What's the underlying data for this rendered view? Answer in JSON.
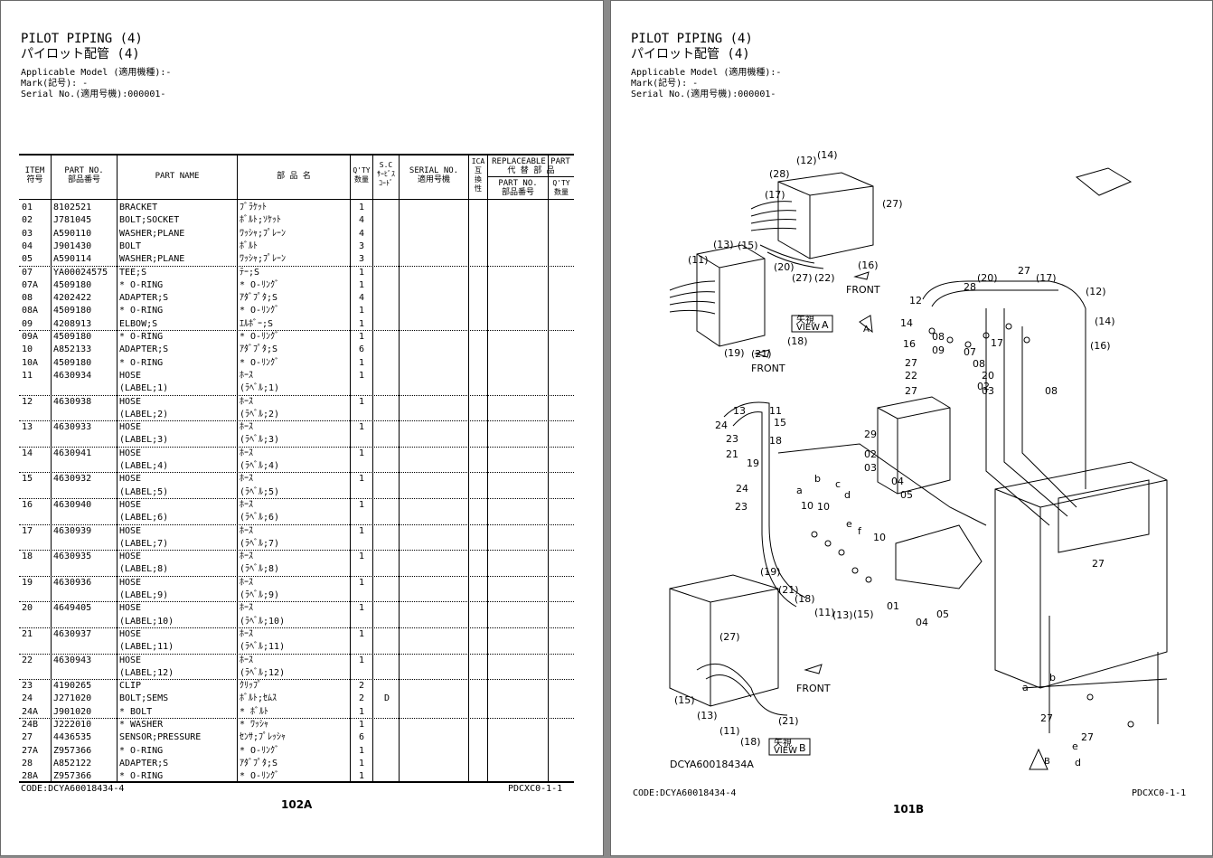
{
  "header": {
    "title_en": "PILOT PIPING (4)",
    "title_jp": "パイロット配管 (4)",
    "applicable_model": "Applicable Model (適用機種):-",
    "mark": "Mark(記号): -",
    "serial_no": "Serial No.(適用号機):000001-"
  },
  "table": {
    "headers": {
      "item": "ITEM",
      "item_jp": "符号",
      "part_no": "PART NO.",
      "part_no_jp": "部品番号",
      "part_name": "PART NAME",
      "part_name_jp": "部 品 名",
      "qty": "Q'TY",
      "qty_jp": "数量",
      "sc": "S.C",
      "sc_jp1": "ｻｰﾋﾞｽ",
      "sc_jp2": "ｺｰﾄﾞ",
      "serial": "SERIAL NO.",
      "serial_jp": "適用号機",
      "ica": "ICA",
      "ica_jp1": "互",
      "ica_jp2": "換",
      "ica_jp3": "性",
      "replaceable": "REPLACEABLE PART",
      "replaceable_jp": "代 替 部 品",
      "rep_part_no": "PART NO.",
      "rep_part_no_jp": "部品番号",
      "rep_qty": "Q'TY",
      "rep_qty_jp": "数量"
    },
    "rows": [
      {
        "item": "01",
        "part_no": "8102521",
        "name": "BRACKET",
        "name_jp": "ﾌﾞﾗｹｯﾄ",
        "qty": "1",
        "sc": ""
      },
      {
        "item": "02",
        "part_no": "J781045",
        "name": "BOLT;SOCKET",
        "name_jp": "ﾎﾞﾙﾄ;ｿｹｯﾄ",
        "qty": "4",
        "sc": ""
      },
      {
        "item": "03",
        "part_no": "A590110",
        "name": "WASHER;PLANE",
        "name_jp": "ﾜｯｼｬ;ﾌﾟﾚｰﾝ",
        "qty": "4",
        "sc": ""
      },
      {
        "item": "04",
        "part_no": "J901430",
        "name": "BOLT",
        "name_jp": "ﾎﾞﾙﾄ",
        "qty": "3",
        "sc": ""
      },
      {
        "item": "05",
        "part_no": "A590114",
        "name": "WASHER;PLANE",
        "name_jp": "ﾜｯｼｬ;ﾌﾟﾚｰﾝ",
        "qty": "3",
        "sc": ""
      },
      {
        "item": "07",
        "part_no": "YA00024575",
        "name": "TEE;S",
        "name_jp": "ﾃｰ;S",
        "qty": "1",
        "sc": ""
      },
      {
        "item": "07A",
        "part_no": "4509180",
        "name": "* O-RING",
        "name_jp": "* O-ﾘﾝｸﾞ",
        "qty": "1",
        "sc": ""
      },
      {
        "item": "08",
        "part_no": "4202422",
        "name": "ADAPTER;S",
        "name_jp": "ｱﾀﾞﾌﾟﾀ;S",
        "qty": "4",
        "sc": ""
      },
      {
        "item": "08A",
        "part_no": "4509180",
        "name": "* O-RING",
        "name_jp": "* O-ﾘﾝｸﾞ",
        "qty": "1",
        "sc": ""
      },
      {
        "item": "09",
        "part_no": "4208913",
        "name": "ELBOW;S",
        "name_jp": "ｴﾙﾎﾞｰ;S",
        "qty": "1",
        "sc": ""
      },
      {
        "item": "09A",
        "part_no": "4509180",
        "name": "* O-RING",
        "name_jp": "* O-ﾘﾝｸﾞ",
        "qty": "1",
        "sc": ""
      },
      {
        "item": "10",
        "part_no": "A852133",
        "name": "ADAPTER;S",
        "name_jp": "ｱﾀﾞﾌﾟﾀ;S",
        "qty": "6",
        "sc": ""
      },
      {
        "item": "10A",
        "part_no": "4509180",
        "name": "* O-RING",
        "name_jp": "* O-ﾘﾝｸﾞ",
        "qty": "1",
        "sc": ""
      },
      {
        "item": "11",
        "part_no": "4630934",
        "name": "HOSE",
        "name_jp": "ﾎｰｽ",
        "qty": "1",
        "sc": ""
      },
      {
        "item": "",
        "part_no": "",
        "name": "(LABEL;1)",
        "name_jp": "(ﾗﾍﾞﾙ;1)",
        "qty": "",
        "sc": ""
      },
      {
        "item": "12",
        "part_no": "4630938",
        "name": "HOSE",
        "name_jp": "ﾎｰｽ",
        "qty": "1",
        "sc": ""
      },
      {
        "item": "",
        "part_no": "",
        "name": "(LABEL;2)",
        "name_jp": "(ﾗﾍﾞﾙ;2)",
        "qty": "",
        "sc": ""
      },
      {
        "item": "13",
        "part_no": "4630933",
        "name": "HOSE",
        "name_jp": "ﾎｰｽ",
        "qty": "1",
        "sc": ""
      },
      {
        "item": "",
        "part_no": "",
        "name": "(LABEL;3)",
        "name_jp": "(ﾗﾍﾞﾙ;3)",
        "qty": "",
        "sc": ""
      },
      {
        "item": "14",
        "part_no": "4630941",
        "name": "HOSE",
        "name_jp": "ﾎｰｽ",
        "qty": "1",
        "sc": ""
      },
      {
        "item": "",
        "part_no": "",
        "name": "(LABEL;4)",
        "name_jp": "(ﾗﾍﾞﾙ;4)",
        "qty": "",
        "sc": ""
      },
      {
        "item": "15",
        "part_no": "4630932",
        "name": "HOSE",
        "name_jp": "ﾎｰｽ",
        "qty": "1",
        "sc": ""
      },
      {
        "item": "",
        "part_no": "",
        "name": "(LABEL;5)",
        "name_jp": "(ﾗﾍﾞﾙ;5)",
        "qty": "",
        "sc": ""
      },
      {
        "item": "16",
        "part_no": "4630940",
        "name": "HOSE",
        "name_jp": "ﾎｰｽ",
        "qty": "1",
        "sc": ""
      },
      {
        "item": "",
        "part_no": "",
        "name": "(LABEL;6)",
        "name_jp": "(ﾗﾍﾞﾙ;6)",
        "qty": "",
        "sc": ""
      },
      {
        "item": "17",
        "part_no": "4630939",
        "name": "HOSE",
        "name_jp": "ﾎｰｽ",
        "qty": "1",
        "sc": ""
      },
      {
        "item": "",
        "part_no": "",
        "name": "(LABEL;7)",
        "name_jp": "(ﾗﾍﾞﾙ;7)",
        "qty": "",
        "sc": ""
      },
      {
        "item": "18",
        "part_no": "4630935",
        "name": "HOSE",
        "name_jp": "ﾎｰｽ",
        "qty": "1",
        "sc": ""
      },
      {
        "item": "",
        "part_no": "",
        "name": "(LABEL;8)",
        "name_jp": "(ﾗﾍﾞﾙ;8)",
        "qty": "",
        "sc": ""
      },
      {
        "item": "19",
        "part_no": "4630936",
        "name": "HOSE",
        "name_jp": "ﾎｰｽ",
        "qty": "1",
        "sc": ""
      },
      {
        "item": "",
        "part_no": "",
        "name": "(LABEL;9)",
        "name_jp": "(ﾗﾍﾞﾙ;9)",
        "qty": "",
        "sc": ""
      },
      {
        "item": "20",
        "part_no": "4649405",
        "name": "HOSE",
        "name_jp": "ﾎｰｽ",
        "qty": "1",
        "sc": ""
      },
      {
        "item": "",
        "part_no": "",
        "name": "(LABEL;10)",
        "name_jp": "(ﾗﾍﾞﾙ;10)",
        "qty": "",
        "sc": ""
      },
      {
        "item": "21",
        "part_no": "4630937",
        "name": "HOSE",
        "name_jp": "ﾎｰｽ",
        "qty": "1",
        "sc": ""
      },
      {
        "item": "",
        "part_no": "",
        "name": "(LABEL;11)",
        "name_jp": "(ﾗﾍﾞﾙ;11)",
        "qty": "",
        "sc": ""
      },
      {
        "item": "22",
        "part_no": "4630943",
        "name": "HOSE",
        "name_jp": "ﾎｰｽ",
        "qty": "1",
        "sc": ""
      },
      {
        "item": "",
        "part_no": "",
        "name": "(LABEL;12)",
        "name_jp": "(ﾗﾍﾞﾙ;12)",
        "qty": "",
        "sc": ""
      },
      {
        "item": "23",
        "part_no": "4190265",
        "name": "CLIP",
        "name_jp": "ｸﾘｯﾌﾟ",
        "qty": "2",
        "sc": ""
      },
      {
        "item": "24",
        "part_no": "J271020",
        "name": "BOLT;SEMS",
        "name_jp": "ﾎﾞﾙﾄ;ｾﾑｽ",
        "qty": "2",
        "sc": "D"
      },
      {
        "item": "24A",
        "part_no": "J901020",
        "name": "* BOLT",
        "name_jp": "* ﾎﾞﾙﾄ",
        "qty": "1",
        "sc": ""
      },
      {
        "item": "24B",
        "part_no": "J222010",
        "name": "* WASHER",
        "name_jp": "* ﾜｯｼｬ",
        "qty": "1",
        "sc": ""
      },
      {
        "item": "27",
        "part_no": "4436535",
        "name": "SENSOR;PRESSURE",
        "name_jp": "ｾﾝｻ;ﾌﾟﾚｯｼｬ",
        "qty": "6",
        "sc": ""
      },
      {
        "item": "27A",
        "part_no": "Z957366",
        "name": "* O-RING",
        "name_jp": "* O-ﾘﾝｸﾞ",
        "qty": "1",
        "sc": ""
      },
      {
        "item": "28",
        "part_no": "A852122",
        "name": "ADAPTER;S",
        "name_jp": "ｱﾀﾞﾌﾟﾀ;S",
        "qty": "1",
        "sc": ""
      },
      {
        "item": "28A",
        "part_no": "Z957366",
        "name": "* O-RING",
        "name_jp": "* O-ﾘﾝｸﾞ",
        "qty": "1",
        "sc": ""
      }
    ]
  },
  "footer_left": {
    "code": "CODE:DCYA60018434-4",
    "ref": "PDCXC0-1-1",
    "page": "102A"
  },
  "footer_right": {
    "code": "CODE:DCYA60018434-4",
    "ref": "PDCXC0-1-1",
    "page": "101B"
  },
  "diagram": {
    "drawing_code": "DCYA60018434A",
    "front_label": "FRONT",
    "view_a_jp": "矢視",
    "view_a": "A",
    "view_b": "B",
    "view_word": "VIEW",
    "callouts": [
      "(12)",
      "(14)",
      "(28)",
      "(17)",
      "(27)",
      "(13)",
      "(15)",
      "(11)",
      "(20)",
      "(27)",
      "(22)",
      "(16)",
      "(19)",
      "(21)",
      "(18)",
      "27",
      "(20)",
      "(17)",
      "28",
      "12",
      "(12)",
      "14",
      "(14)",
      "16",
      "17",
      "(16)",
      "08",
      "09",
      "07",
      "08",
      "27",
      "22",
      "20",
      "02",
      "27",
      "03",
      "08",
      "13",
      "11",
      "24",
      "15",
      "23",
      "18",
      "21",
      "19",
      "29",
      "02",
      "03",
      "24",
      "04",
      "05",
      "23",
      "a",
      "b",
      "c",
      "d",
      "10",
      "10",
      "e",
      "f",
      "10",
      "(19)",
      "(21)",
      "(18)",
      "(11)",
      "(13)",
      "(15)",
      "01",
      "04",
      "05",
      "27",
      "(27)",
      "(15)",
      "(13)",
      "(11)",
      "(18)",
      "(21)",
      "a",
      "b",
      "27",
      "27",
      "e",
      "d"
    ]
  }
}
